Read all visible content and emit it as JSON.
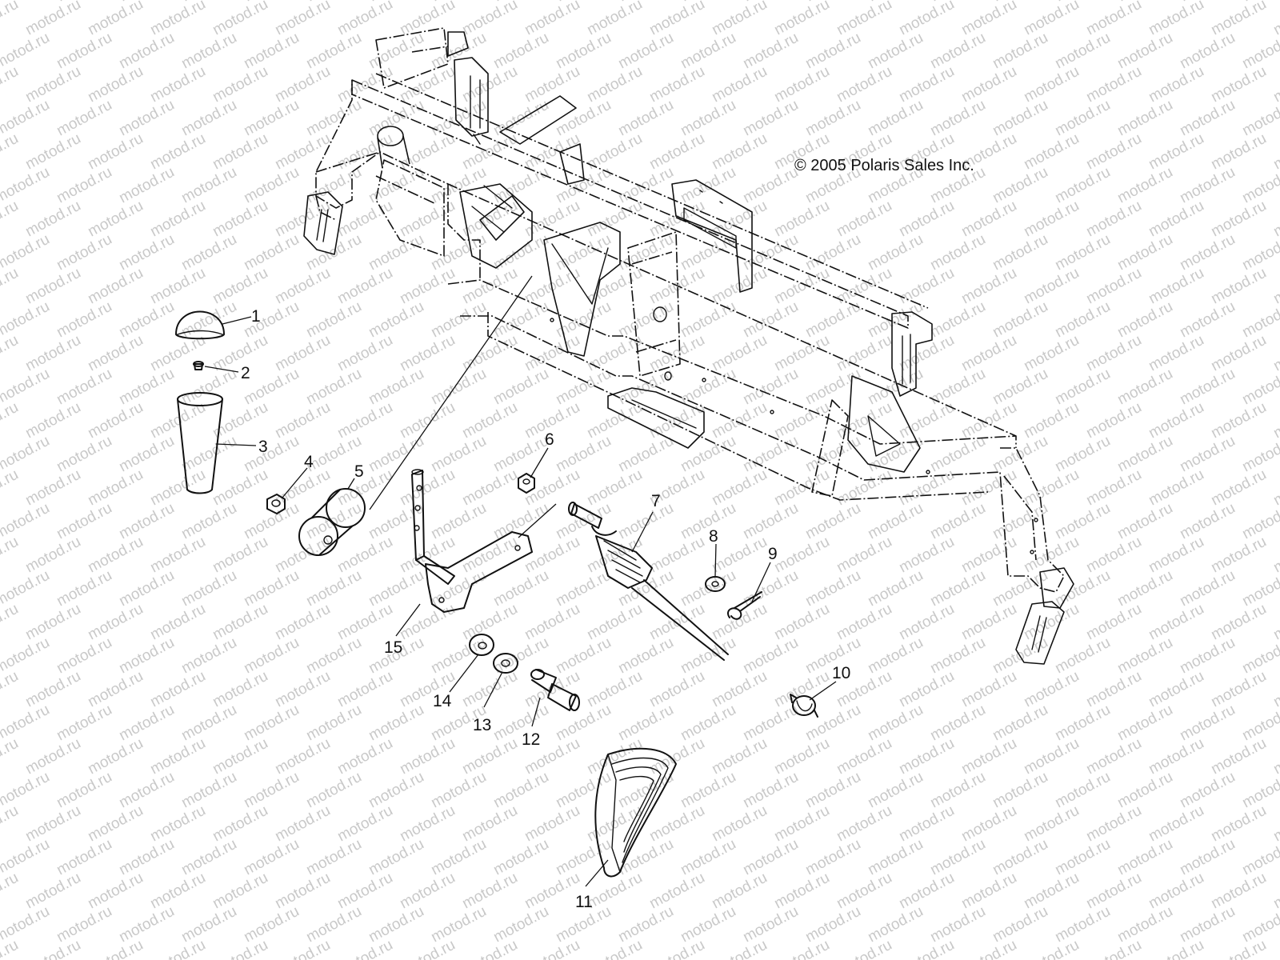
{
  "copyright": "© 2005 Polaris Sales Inc.",
  "watermark": "motod.ru",
  "callouts": {
    "c1": "1",
    "c2": "2",
    "c3": "3",
    "c4": "4",
    "c5": "5",
    "c6": "6",
    "c7": "7",
    "c8": "8",
    "c9": "9",
    "c10": "10",
    "c11": "11",
    "c12": "12",
    "c13": "13",
    "c14": "14",
    "c15": "15"
  },
  "colors": {
    "line": "#111111",
    "watermark": "#c9c9c9",
    "background": "#ffffff"
  }
}
